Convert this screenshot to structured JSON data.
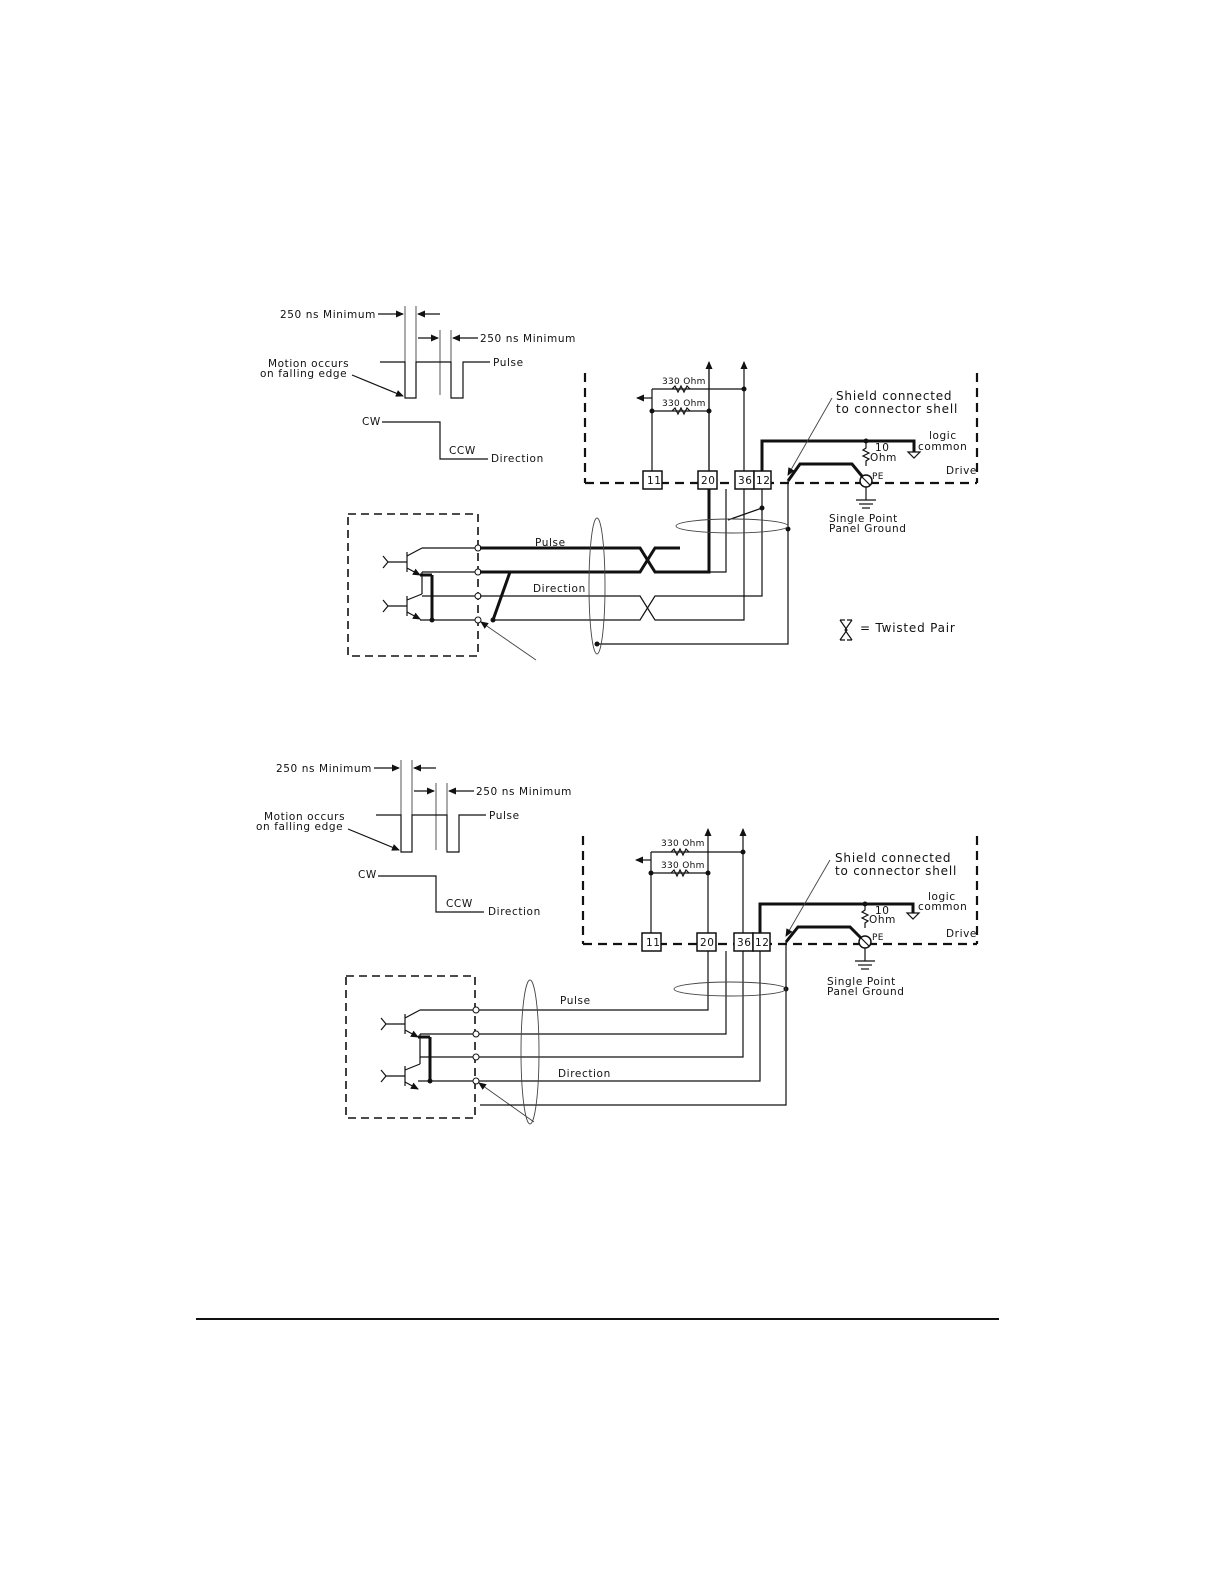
{
  "diagrams": [
    {
      "timing": {
        "min_pulse_width": "250 ns Minimum",
        "min_gap": "250 ns Minimum",
        "motion_note_line1": "Motion occurs",
        "motion_note_line2": "on falling edge",
        "pulse": "Pulse",
        "cw": "CW",
        "ccw": "CCW",
        "direction": "Direction"
      },
      "drive": {
        "resistor1": "330 Ohm",
        "resistor2": "330 Ohm",
        "shield_line1": "Shield connected",
        "shield_line2": "to connector shell",
        "logic_line1": "logic",
        "logic_line2": "common",
        "r10_line1": "10",
        "r10_line2": "Ohm",
        "pe": "PE",
        "drive": "Drive",
        "ground_line1": "Single Point",
        "ground_line2": "Panel Ground",
        "terminals": [
          "11",
          "20",
          "36",
          "12"
        ]
      },
      "wiring": {
        "pulse": "Pulse",
        "direction": "Direction",
        "twisted_pair_legend": "= Twisted Pair"
      }
    },
    {
      "timing": {
        "min_pulse_width": "250 ns Minimum",
        "min_gap": "250 ns Minimum",
        "motion_note_line1": "Motion occurs",
        "motion_note_line2": "on falling edge",
        "pulse": "Pulse",
        "cw": "CW",
        "ccw": "CCW",
        "direction": "Direction"
      },
      "drive": {
        "resistor1": "330 Ohm",
        "resistor2": "330 Ohm",
        "shield_line1": "Shield connected",
        "shield_line2": "to connector shell",
        "logic_line1": "logic",
        "logic_line2": "common",
        "r10_line1": "10",
        "r10_line2": "Ohm",
        "pe": "PE",
        "drive": "Drive",
        "ground_line1": "Single Point",
        "ground_line2": "Panel Ground",
        "terminals": [
          "11",
          "20",
          "36",
          "12"
        ]
      },
      "wiring": {
        "pulse": "Pulse",
        "direction": "Direction"
      }
    }
  ]
}
